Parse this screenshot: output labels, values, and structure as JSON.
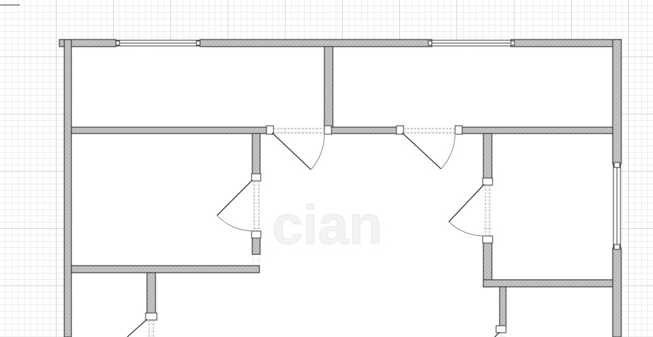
{
  "diagram": {
    "type": "floor-plan",
    "colors": {
      "wall_fill": "#bdbdbd",
      "wall_stroke": "#3a3a3a",
      "grid_major": "#d4d4d4",
      "grid_minor": "#eeeeee",
      "background": "#ffffff"
    },
    "watermark": "cian",
    "rooms": [
      "room-top-left",
      "room-top-right",
      "room-middle-left",
      "room-right",
      "room-bottom-right",
      "corridor",
      "room-bottom-left"
    ],
    "doors": 7,
    "windows": 3
  }
}
